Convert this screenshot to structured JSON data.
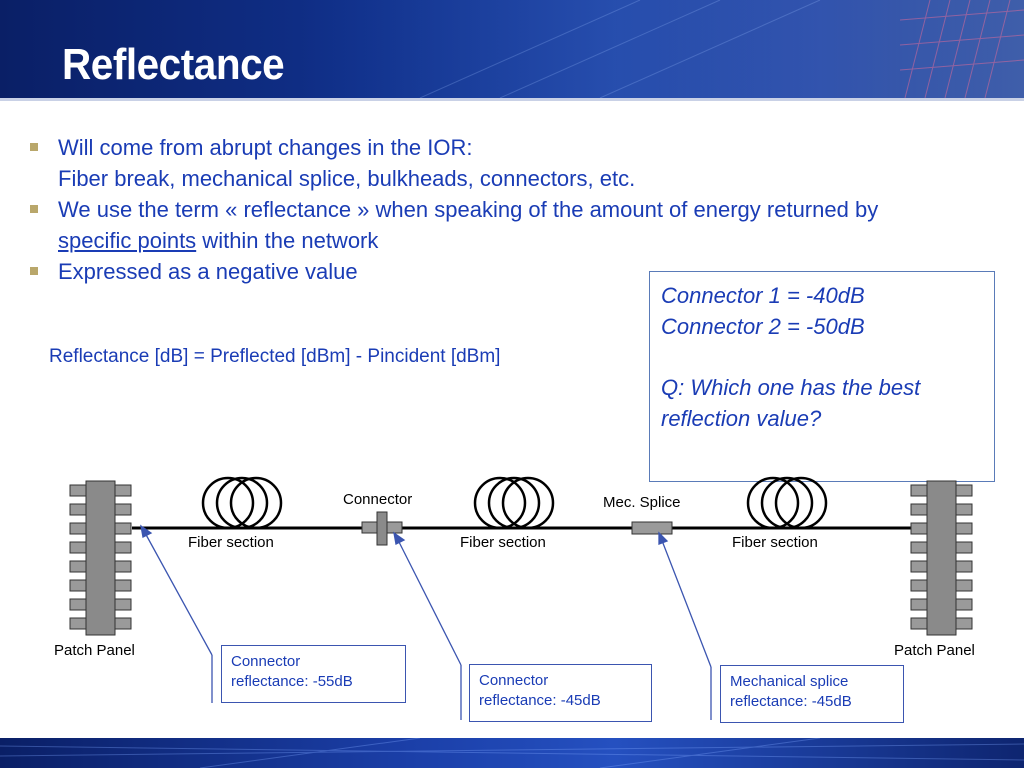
{
  "slide": {
    "title": "Reflectance",
    "bullets": [
      {
        "line1": "Will come from abrupt changes in the IOR:",
        "line2": "Fiber break, mechanical splice, bulkheads, connectors, etc."
      },
      {
        "line1": "We use the term « reflectance » when speaking of the amount of energy returned by",
        "line2_underlined": "specific points",
        "line2_rest": " within the network"
      },
      {
        "line1": "Expressed as a negative value"
      }
    ],
    "formula": "Reflectance [dB] = Preflected [dBm] - Pincident [dBm]",
    "question_box": {
      "line1": "Connector 1 = -40dB",
      "line2": "Connector 2 = -50dB",
      "question_line1": "Q: Which one has the best",
      "question_line2": "reflection value?"
    },
    "diagram": {
      "left_panel_label": "Patch Panel",
      "right_panel_label": "Patch Panel",
      "fiber_section_labels": [
        "Fiber section",
        "Fiber section",
        "Fiber section"
      ],
      "connector_label": "Connector",
      "splice_label": "Mec. Splice",
      "callouts": [
        {
          "line1": "Connector",
          "line2": "reflectance: -55dB"
        },
        {
          "line1": "Connector",
          "line2": "reflectance: -45dB"
        },
        {
          "line1": "Mechanical splice",
          "line2": "reflectance: -45dB"
        }
      ]
    }
  },
  "colors": {
    "text_blue": "#1a3cb5",
    "header_blue": "#10308a",
    "bullet_gold": "#b9a76b",
    "callout_border": "#3b55b0"
  }
}
